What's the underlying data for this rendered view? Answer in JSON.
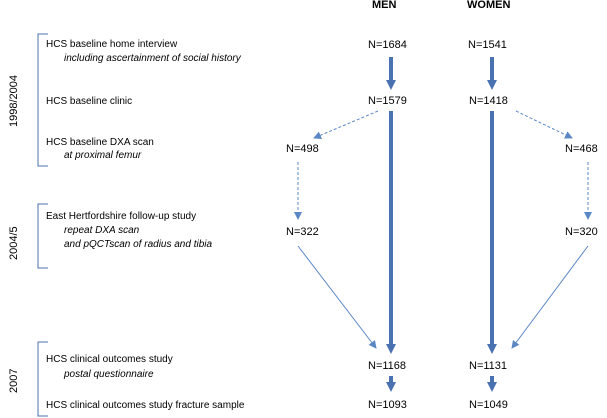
{
  "headers": {
    "men": "MEN",
    "women": "WOMEN"
  },
  "periods": [
    "1998/2004",
    "2004/5",
    "2007"
  ],
  "steps": [
    {
      "title": "HCS baseline home interview",
      "subtitle": "including ascertainment of social history",
      "men": "N=1684",
      "women": "N=1541"
    },
    {
      "title": "HCS baseline clinic",
      "men": "N=1579",
      "women": "N=1418"
    },
    {
      "title": "HCS baseline DXA scan",
      "subtitle": "at proximal femur",
      "men": "N=498",
      "women": "N=468"
    },
    {
      "title": "East Hertfordshire follow-up study",
      "subtitle": "repeat DXA scan",
      "subtitle2": "and pQCTscan of radius and tibia",
      "men": "N=322",
      "women": "N=320"
    },
    {
      "title": "HCS clinical outcomes study",
      "subtitle": "postal questionnaire",
      "men": "N=1168",
      "women": "N=1131"
    },
    {
      "title": "HCS clinical outcomes study fracture sample",
      "men": "N=1093",
      "women": "N=1049"
    }
  ],
  "colors": {
    "arrow": "#4a72b0",
    "dashed_arrow": "#5b87c5",
    "bracket": "#4a72b0"
  }
}
